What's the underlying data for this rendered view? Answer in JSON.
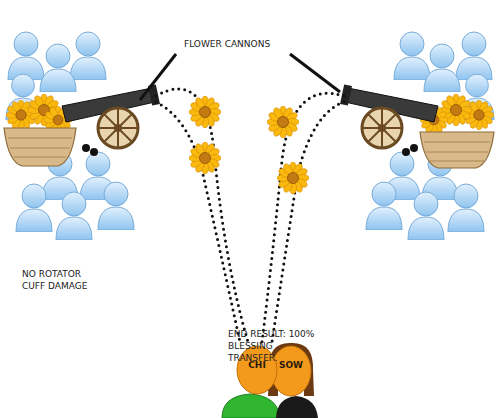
{
  "diagram": {
    "nodes": [
      {
        "text": [
          "CHI"
        ]
      },
      {
        "text": [
          "SOW"
        ]
      }
    ],
    "labels": [
      "FLOWER CANNONS",
      "NO ROTATOR CUFF DAMAGE",
      "END RESULT: 100% BLESSING TRANSFER."
    ]
  }
}
